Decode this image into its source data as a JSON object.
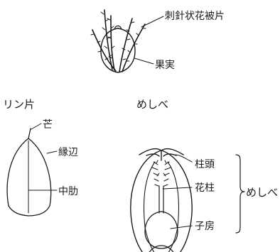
{
  "labels": {
    "bristle_perianth": "刺針状花被片",
    "fruit": "果実",
    "lodicule_title": "リン片",
    "pistil_title": "めしべ",
    "awn": "芒",
    "margin": "縁辺",
    "midrib": "中肋",
    "stigma": "柱頭",
    "style": "花柱",
    "ovary": "子房",
    "pistil_bracket": "めしべ"
  },
  "colors": {
    "ink": "#1a1a1a",
    "paper": "#ffffff"
  }
}
